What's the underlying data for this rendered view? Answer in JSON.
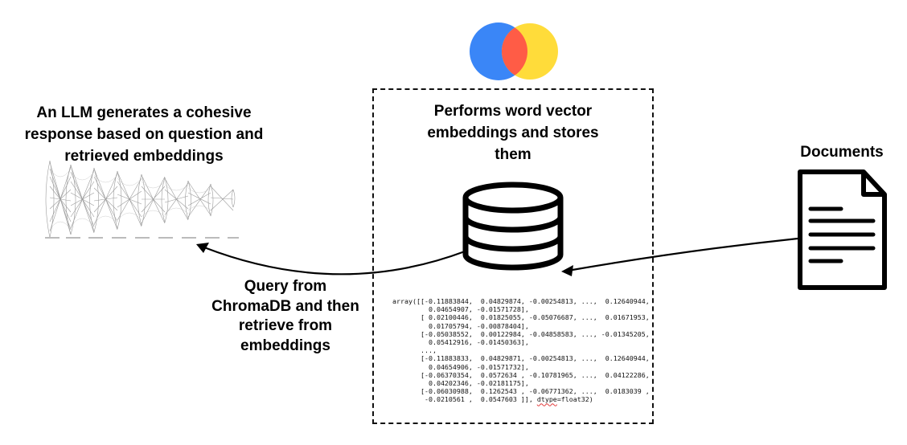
{
  "llm_caption": {
    "lines": [
      "An LLM generates a cohesive",
      "response based on question and",
      "retrieved embeddings"
    ]
  },
  "center_caption": {
    "lines": [
      "Performs word vector",
      "embeddings and stores",
      "them"
    ]
  },
  "documents_label": "Documents",
  "query_caption": {
    "lines": [
      "Query from",
      "ChromaDB and then",
      "retrieve from",
      "embeddings"
    ]
  },
  "embedding_array": {
    "lines": [
      "array([[-0.11883844,  0.04829874, -0.00254813, ...,  0.12640944,",
      "         0.04654907, -0.01571728],",
      "       [ 0.02100446,  0.01825055, -0.05076687, ...,  0.01671953,",
      "         0.01705794, -0.00878404],",
      "       [-0.05038552,  0.00122984, -0.04858583, ..., -0.01345205,",
      "         0.05412916, -0.01450363],",
      "       ...,",
      "       [-0.11883833,  0.04829871, -0.00254813, ...,  0.12640944,",
      "         0.04654906, -0.01571732],",
      "       [-0.06370354,  0.0572634 , -0.10781965, ...,  0.04122286,",
      "         0.04202346, -0.02181175],",
      "       [-0.06030988,  0.1262543 , -0.06771362, ...,  0.0183039 ,"
    ],
    "last_line_prefix": "        -0.0210561 ,  0.0547603 ]], ",
    "last_line_dtype": "dtype",
    "last_line_suffix": "=float32)"
  },
  "colors": {
    "logo_blue": "#3a86f7",
    "logo_red": "#ff5c46",
    "logo_yellow": "#ffdc3a",
    "ink": "#000000"
  },
  "icons": {
    "logo": "chromadb-logo-icon",
    "database": "database-icon",
    "document": "document-icon"
  }
}
